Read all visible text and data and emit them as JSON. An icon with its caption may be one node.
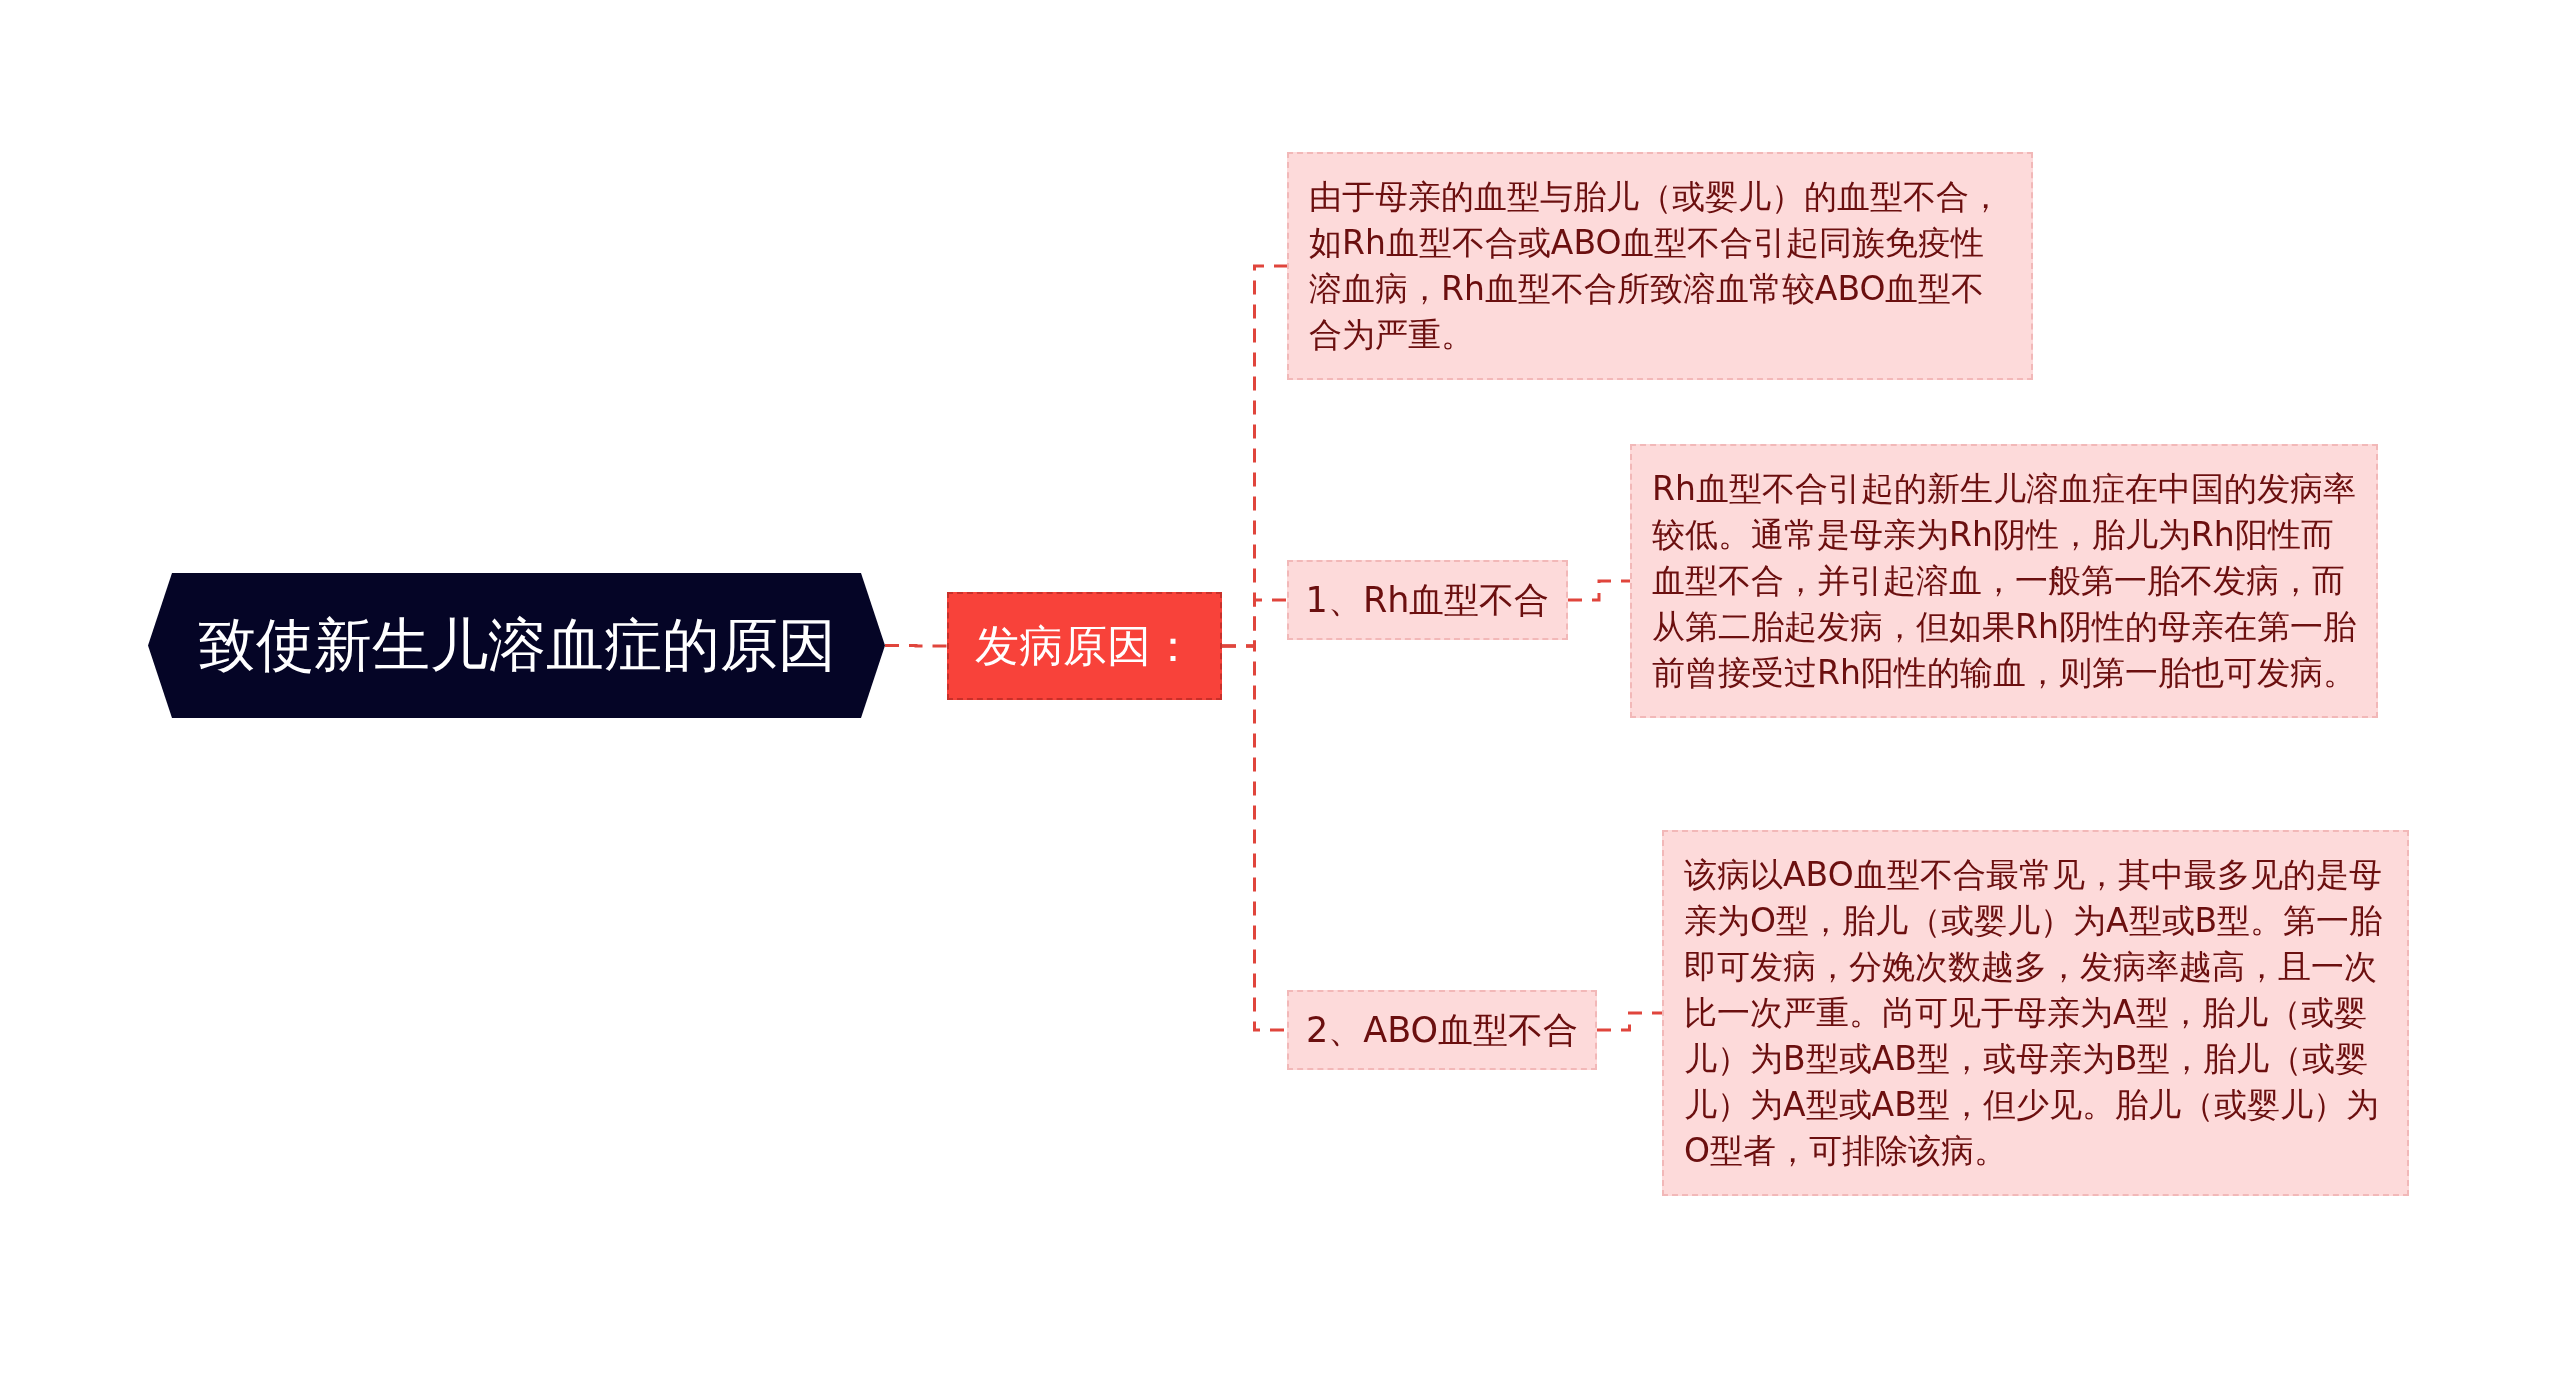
{
  "diagram": {
    "nodes": [
      {
        "text": [
          "致使新生儿溶血症的原因"
        ]
      },
      {
        "text": [
          "发病原因："
        ]
      },
      {
        "text": [
          "由于母亲的血型与胎儿（或婴儿）的血型不合，如Rh血型不合或ABO血型不合引起同族免疫性溶血病，Rh血型不合所致溶血常较ABO血型不合为严重。"
        ]
      },
      {
        "text": [
          "1、Rh血型不合"
        ]
      },
      {
        "text": [
          "Rh血型不合引起的新生儿溶血症在中国的发病率较低。通常是母亲为Rh阴性，胎儿为Rh阳性而血型不合，并引起溶血，一般第一胎不发病，而从第二胎起发病，但如果Rh阴性的母亲在第一胎前曾接受过Rh阳性的输血，则第一胎也可发病。"
        ]
      },
      {
        "text": [
          "2、ABO血型不合"
        ]
      },
      {
        "text": [
          "该病以ABO血型不合最常见，其中最多见的是母亲为O型，胎儿（或婴儿）为A型或B型。第一胎即可发病，分娩次数越多，发病率越高，且一次比一次严重。尚可见于母亲为A型，胎儿（或婴儿）为B型或AB型，或母亲为B型，胎儿（或婴儿）为A型或AB型，但少见。胎儿（或婴儿）为O型者，可排除该病。"
        ]
      }
    ],
    "edges": [
      {
        "from": 0,
        "to": 1,
        "arrow": "none",
        "style": "dashed"
      },
      {
        "from": 1,
        "to": 2,
        "arrow": "none",
        "style": "dashed"
      },
      {
        "from": 1,
        "to": 3,
        "arrow": "none",
        "style": "dashed"
      },
      {
        "from": 1,
        "to": 5,
        "arrow": "none",
        "style": "dashed"
      },
      {
        "from": 3,
        "to": 4,
        "arrow": "none",
        "style": "dashed"
      },
      {
        "from": 5,
        "to": 6,
        "arrow": "none",
        "style": "dashed"
      }
    ]
  }
}
